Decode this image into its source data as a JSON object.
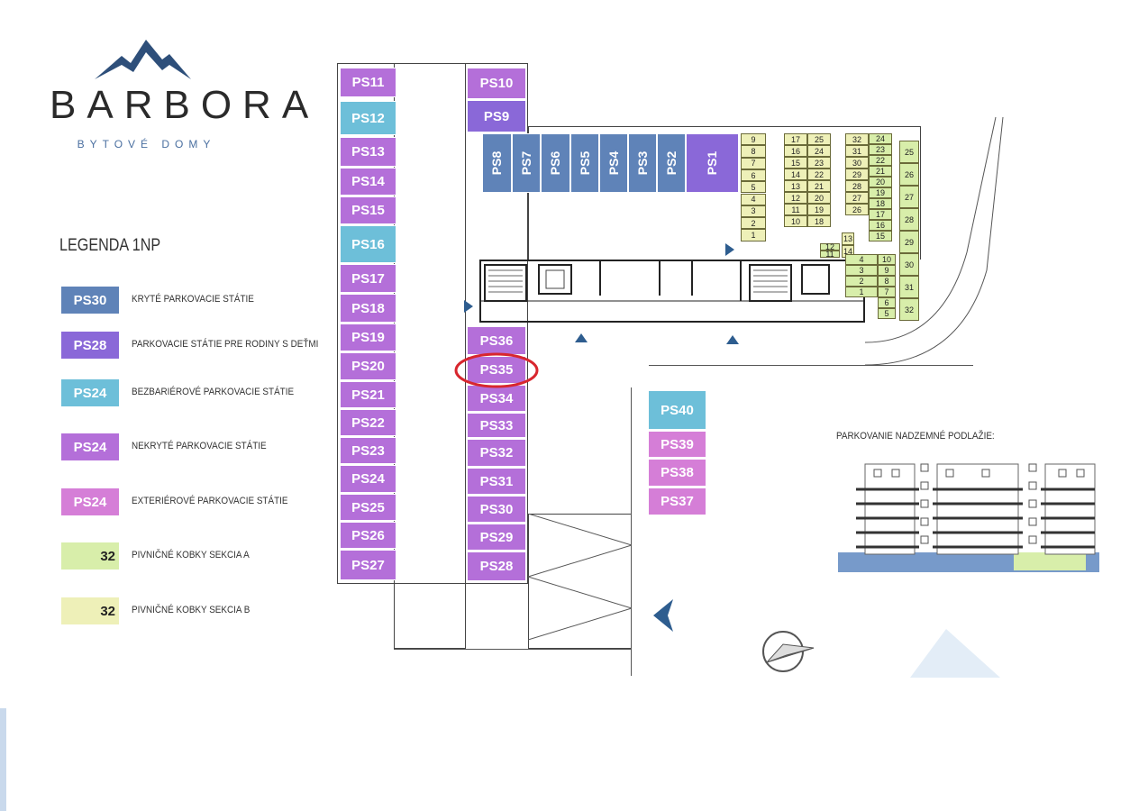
{
  "logo": {
    "title": "BARBORA",
    "subtitle": "BYTOVÉ DOMY"
  },
  "legend": {
    "title": "LEGENDA 1NP",
    "items": [
      {
        "code": "PS30",
        "label": "KRYTÉ PARKOVACIE STÁTIE",
        "color": "#5f83b8"
      },
      {
        "code": "PS28",
        "label": "PARKOVACIE STÁTIE PRE RODINY S DEŤMI",
        "color": "#8a68d8"
      },
      {
        "code": "PS24",
        "label": "BEZBARIÉROVÉ PARKOVACIE STÁTIE",
        "color": "#6dbfd9"
      },
      {
        "code": "PS24",
        "label": "NEKRYTÉ PARKOVACIE STÁTIE",
        "color": "#b46fd9"
      },
      {
        "code": "PS24",
        "label": "EXTERIÉROVÉ PARKOVACIE STÁTIE",
        "color": "#d57ed7"
      },
      {
        "code": "32",
        "label": "PIVNIČNÉ KOBKY SEKCIA A",
        "color": "#d8eeaa"
      },
      {
        "code": "32",
        "label": "PIVNIČNÉ KOBKY SEKCIA B",
        "color": "#eef0b8"
      }
    ]
  },
  "slots": {
    "left_column": [
      "PS11",
      "PS12",
      "PS13",
      "PS14",
      "PS15",
      "PS16",
      "PS17",
      "PS18",
      "PS19",
      "PS20",
      "PS21",
      "PS22",
      "PS23",
      "PS24",
      "PS25",
      "PS26",
      "PS27"
    ],
    "inner_top": [
      "PS10",
      "PS9"
    ],
    "covered_row": [
      "PS8",
      "PS7",
      "PS6",
      "PS5",
      "PS4",
      "PS3",
      "PS2",
      "PS1"
    ],
    "inner_column": [
      "PS36",
      "PS35",
      "PS34",
      "PS33",
      "PS32",
      "PS31",
      "PS30",
      "PS29",
      "PS28"
    ],
    "exterior": [
      "PS40",
      "PS39",
      "PS38",
      "PS37"
    ],
    "highlighted": "PS35"
  },
  "storage_b": {
    "col1": [
      "9",
      "8",
      "7",
      "6",
      "5",
      "4",
      "3",
      "2",
      "1"
    ],
    "col2": [
      "17",
      "16",
      "15",
      "14",
      "13",
      "12",
      "11",
      "10"
    ],
    "col3": [
      "25",
      "24",
      "23",
      "22",
      "21",
      "20",
      "19",
      "18"
    ],
    "col4": [
      "32",
      "31",
      "30",
      "29",
      "28",
      "27",
      "26"
    ],
    "col5": [
      "24",
      "23",
      "22",
      "21",
      "20",
      "19",
      "18",
      "17",
      "16",
      "15"
    ],
    "col6": [
      "25",
      "26",
      "27",
      "28",
      "29",
      "30",
      "31",
      "32"
    ],
    "small": [
      "13",
      "14",
      "12",
      "11"
    ]
  },
  "storage_a": {
    "col1": [
      "4",
      "3",
      "2",
      "1"
    ],
    "col2": [
      "10",
      "9",
      "8",
      "7",
      "6",
      "5"
    ]
  },
  "elevation_note": "PARKOVANIE NADZEMNÉ PODLAŽIE:"
}
